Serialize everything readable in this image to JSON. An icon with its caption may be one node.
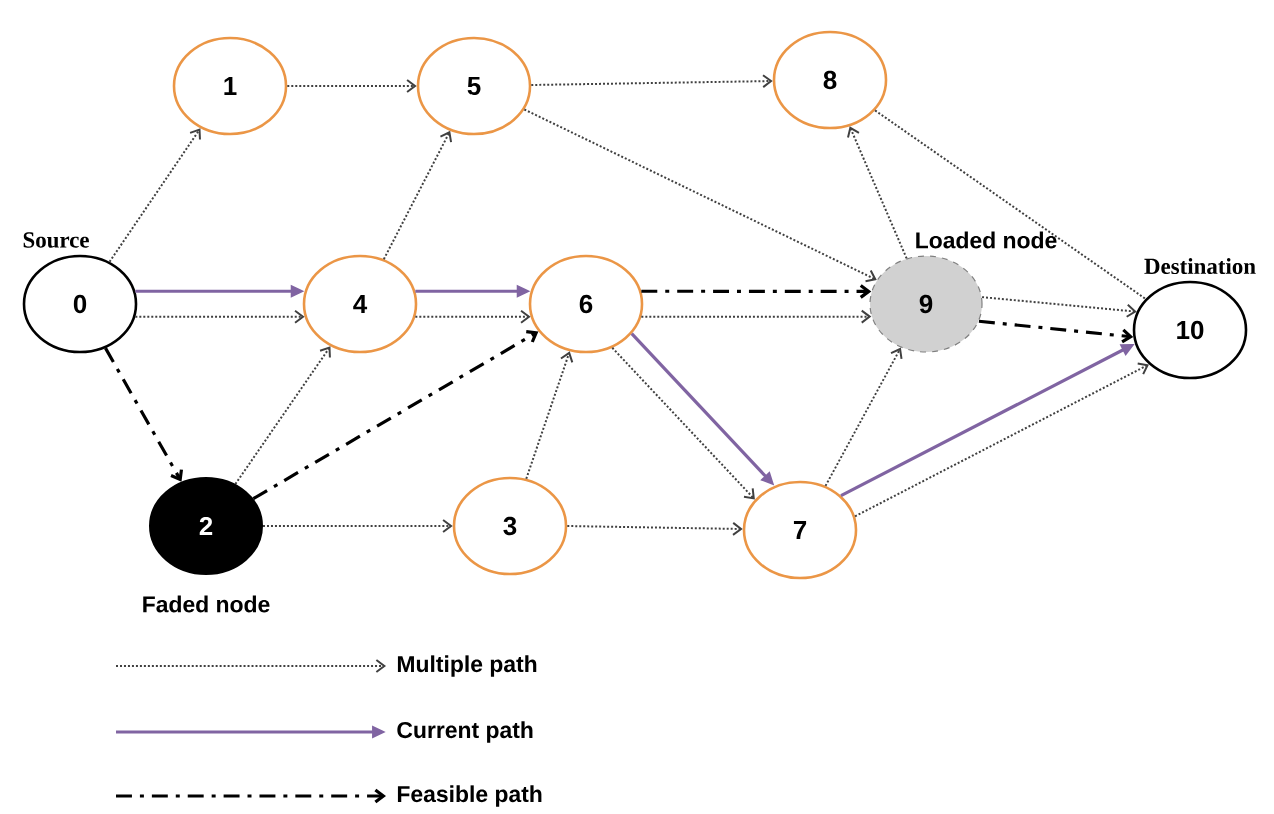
{
  "diagram": {
    "nodes": [
      {
        "text": [
          "0"
        ],
        "beside": [
          "Source"
        ]
      },
      {
        "text": [
          "1"
        ]
      },
      {
        "text": [
          "2"
        ],
        "beside": [
          "Faded node"
        ]
      },
      {
        "text": [
          "3"
        ]
      },
      {
        "text": [
          "4"
        ]
      },
      {
        "text": [
          "5"
        ]
      },
      {
        "text": [
          "6"
        ]
      },
      {
        "text": [
          "7"
        ]
      },
      {
        "text": [
          "8"
        ]
      },
      {
        "text": [
          "9"
        ],
        "beside": [
          "Loaded node"
        ]
      },
      {
        "text": [
          "10"
        ],
        "beside": [
          "Destination"
        ]
      }
    ],
    "edges": [
      {
        "from": 0,
        "to": 1,
        "arrow": "to",
        "style": "dashed"
      },
      {
        "from": 0,
        "to": 4,
        "arrow": "to",
        "color": "#8064a2"
      },
      {
        "from": 0,
        "to": 4,
        "arrow": "to",
        "style": "dashed"
      },
      {
        "from": 0,
        "to": 2,
        "arrow": "to",
        "style": "dashed",
        "color": "#000000"
      },
      {
        "from": 1,
        "to": 5,
        "arrow": "to",
        "style": "dashed"
      },
      {
        "from": 4,
        "to": 5,
        "arrow": "to",
        "style": "dashed"
      },
      {
        "from": 4,
        "to": 6,
        "arrow": "to",
        "color": "#8064a2"
      },
      {
        "from": 4,
        "to": 6,
        "arrow": "to",
        "style": "dashed"
      },
      {
        "from": 2,
        "to": 4,
        "arrow": "to",
        "style": "dashed"
      },
      {
        "from": 2,
        "to": 6,
        "arrow": "to",
        "style": "dashed",
        "color": "#000000"
      },
      {
        "from": 2,
        "to": 3,
        "arrow": "to",
        "style": "dashed"
      },
      {
        "from": 3,
        "to": 6,
        "arrow": "to",
        "style": "dashed"
      },
      {
        "from": 3,
        "to": 7,
        "arrow": "to",
        "style": "dashed"
      },
      {
        "from": 5,
        "to": 8,
        "arrow": "to",
        "style": "dashed"
      },
      {
        "from": 5,
        "to": 9,
        "arrow": "to",
        "style": "dashed"
      },
      {
        "from": 6,
        "to": 9,
        "arrow": "to",
        "style": "dashed",
        "color": "#000000"
      },
      {
        "from": 6,
        "to": 9,
        "arrow": "to",
        "style": "dashed"
      },
      {
        "from": 6,
        "to": 7,
        "arrow": "to",
        "color": "#8064a2"
      },
      {
        "from": 6,
        "to": 7,
        "arrow": "to",
        "style": "dashed"
      },
      {
        "from": 7,
        "to": 9,
        "arrow": "to",
        "style": "dashed"
      },
      {
        "from": 9,
        "to": 8,
        "arrow": "to",
        "style": "dashed"
      },
      {
        "from": 8,
        "to": 10,
        "arrow": "none",
        "style": "dashed"
      },
      {
        "from": 9,
        "to": 10,
        "arrow": "to",
        "style": "dashed"
      },
      {
        "from": 9,
        "to": 10,
        "arrow": "to",
        "style": "dashed",
        "color": "#000000"
      },
      {
        "from": 7,
        "to": 10,
        "arrow": "to",
        "color": "#8064a2"
      },
      {
        "from": 7,
        "to": 10,
        "arrow": "to",
        "style": "dashed"
      }
    ],
    "legend": [
      {
        "text": "Multiple path"
      },
      {
        "text": "Current path"
      },
      {
        "text": "Feasible path"
      }
    ]
  }
}
